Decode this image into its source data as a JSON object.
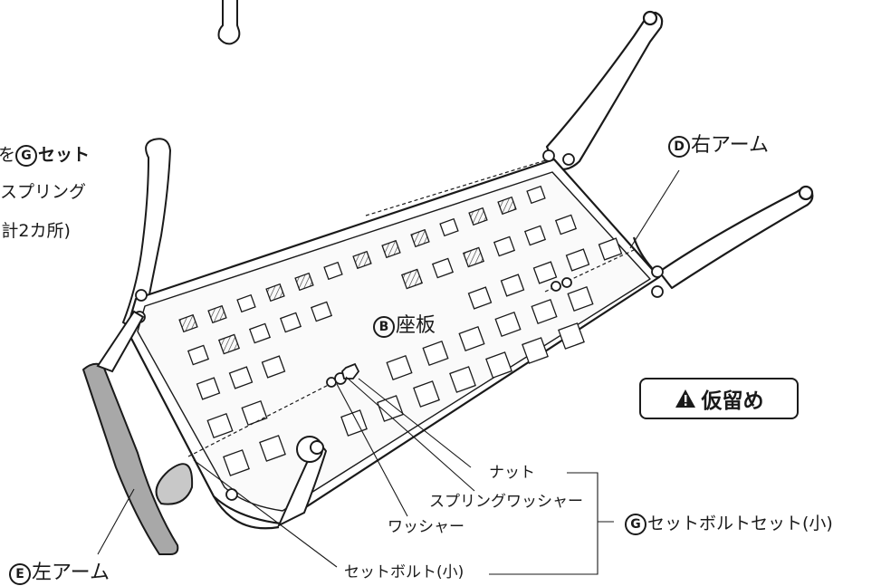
{
  "labels": {
    "left_partial_1_circle": "G",
    "left_partial_1_pre": "を",
    "left_partial_1_post": "セット",
    "left_partial_2": "スプリング",
    "left_partial_3": "(計2カ所)",
    "right_arm_circle": "D",
    "right_arm": "右アーム",
    "seat_circle": "B",
    "seat": "座板",
    "warning": "仮留め",
    "nut": "ナット",
    "spring_washer": "スプリングワッシャー",
    "washer": "ワッシャー",
    "bolt_set_circle": "G",
    "bolt_set": "セットボルトセット(小)",
    "bolt_small": "セットボルト(小)",
    "left_arm_circle": "E",
    "left_arm": "左アーム"
  },
  "icons": {
    "warning": "warning-triangle-icon"
  }
}
